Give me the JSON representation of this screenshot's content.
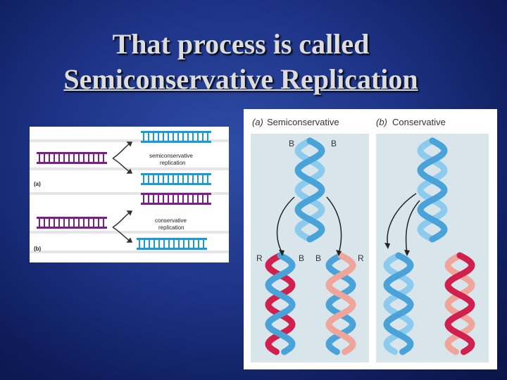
{
  "slide": {
    "title_line1": "That process is called",
    "title_line2": "Semiconservative Replication"
  },
  "left_figure": {
    "label_a": "(a)",
    "label_b": "(b)",
    "semi_label_1": "semiconservative",
    "semi_label_2": "replication",
    "cons_label_1": "conservative",
    "cons_label_2": "replication"
  },
  "right_figure": {
    "panel_a_label": "(a)",
    "panel_a_title": "Semiconservative",
    "panel_b_label": "(b)",
    "panel_b_title": "Conservative",
    "parent_strand_label": "B",
    "new_strand_label": "R"
  },
  "colors": {
    "parent_strand": "#4aa3d8",
    "parent_strand_light": "#8ccbed",
    "new_strand": "#d2204e",
    "new_strand_light": "#f0a59a",
    "old_dna_left": "#7a1f86",
    "new_dna_left": "#1c9ad2",
    "panel_bg": "#d8e6ec"
  }
}
